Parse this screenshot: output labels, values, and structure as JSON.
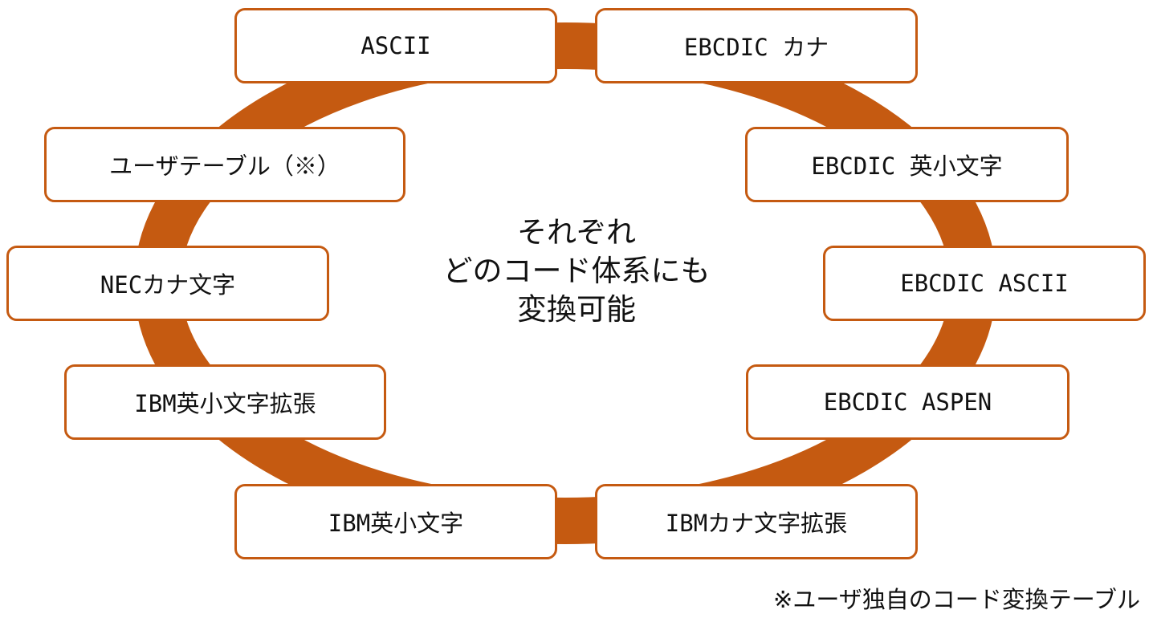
{
  "colors": {
    "ring": "#c55a11",
    "box_border": "#c55a11",
    "box_fill": "#ffffff",
    "text": "#111111"
  },
  "nodes": {
    "ascii": "ASCII",
    "ebcdic_kana": "EBCDIC カナ",
    "user_table": "ユーザテーブル（※）",
    "ebcdic_lowercase": "EBCDIC 英小文字",
    "nec_kana": "NECカナ文字",
    "ebcdic_ascii": "EBCDIC ASCII",
    "ibm_lowercase_ext": "IBM英小文字拡張",
    "ebcdic_aspen": "EBCDIC ASPEN",
    "ibm_lowercase": "IBM英小文字",
    "ibm_kana_ext": "IBMカナ文字拡張"
  },
  "center": {
    "line1": "それぞれ",
    "line2": "どのコード体系にも",
    "line3": "変換可能"
  },
  "footnote": "※ユーザ独自のコード変換テーブル"
}
